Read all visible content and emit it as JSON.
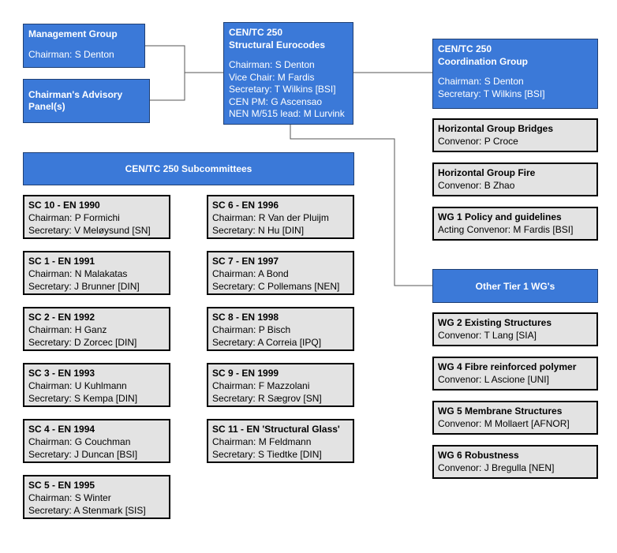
{
  "management_group": {
    "title": "Management Group",
    "chairman": "Chairman: S Denton"
  },
  "advisory_panel": {
    "title_line1": "Chairman's Advisory",
    "title_line2": "Panel(s)"
  },
  "cen_tc": {
    "title_line1": "CEN/TC 250",
    "title_line2": "Structural Eurocodes",
    "lines": [
      "Chairman: S Denton",
      "Vice Chair: M Fardis",
      "Secretary: T Wilkins [BSI]",
      "CEN PM: G Ascensao",
      "NEN M/515 lead: M Lurvink"
    ]
  },
  "coordination_group": {
    "title_line1": "CEN/TC 250",
    "title_line2": "Coordination Group",
    "lines": [
      "Chairman: S Denton",
      "Secretary: T Wilkins [BSI]"
    ]
  },
  "subcommittees_header": "CEN/TC 250 Subcommittees",
  "subcommittees_left": [
    {
      "title": "SC 10 - EN 1990",
      "chair": "Chairman: P Formichi",
      "secretary": "Secretary: V Meløysund [SN]"
    },
    {
      "title": "SC 1 - EN 1991",
      "chair": "Chairman: N Malakatas",
      "secretary": "Secretary: J Brunner [DIN]"
    },
    {
      "title": "SC 2 - EN 1992",
      "chair": "Chairman: H Ganz",
      "secretary": "Secretary: D Zorcec [DIN]"
    },
    {
      "title": "SC 3 - EN 1993",
      "chair": "Chairman: U Kuhlmann",
      "secretary": "Secretary: S Kempa [DIN]"
    },
    {
      "title": "SC 4 - EN 1994",
      "chair": "Chairman: G Couchman",
      "secretary": "Secretary: J Duncan [BSI]"
    },
    {
      "title": "SC 5 - EN 1995",
      "chair": "Chairman: S Winter",
      "secretary": "Secretary: A Stenmark [SIS]"
    }
  ],
  "subcommittees_right": [
    {
      "title": "SC 6 - EN 1996",
      "chair": "Chairman: R Van der Pluijm",
      "secretary": "Secretary: N Hu [DIN]"
    },
    {
      "title": "SC 7 - EN 1997",
      "chair": "Chairman: A Bond",
      "secretary": "Secretary: C Pollemans [NEN]"
    },
    {
      "title": "SC 8 - EN 1998",
      "chair": "Chairman: P Bisch",
      "secretary": "Secretary: A Correia [IPQ]"
    },
    {
      "title": "SC 9 - EN 1999",
      "chair": "Chairman: F Mazzolani",
      "secretary": "Secretary: R Sægrov [SN]"
    },
    {
      "title": "SC 11 - EN 'Structural Glass'",
      "chair": "Chairman: M Feldmann",
      "secretary": "Secretary: S Tiedtke [DIN]"
    }
  ],
  "horizontal_groups": [
    {
      "title": "Horizontal Group Bridges",
      "convenor": "Convenor: P Croce"
    },
    {
      "title": "Horizontal Group Fire",
      "convenor": "Convenor: B Zhao"
    },
    {
      "title": "WG 1 Policy and guidelines",
      "convenor": "Acting Convenor: M Fardis [BSI]"
    }
  ],
  "other_wgs_header": "Other Tier 1 WG's",
  "other_wgs": [
    {
      "title": "WG 2 Existing Structures",
      "convenor": "Convenor: T Lang [SIA]"
    },
    {
      "title": "WG 4 Fibre reinforced polymer",
      "convenor": "Convenor: L Ascione [UNI]"
    },
    {
      "title": "WG 5 Membrane Structures",
      "convenor": "Convenor: M Mollaert [AFNOR]"
    },
    {
      "title": "WG 6 Robustness",
      "convenor": "Convenor: J Bregulla [NEN]"
    }
  ],
  "colors": {
    "blue_box": "#3b79d8",
    "grey_box": "#e3e3e3",
    "connector": "#555555"
  }
}
